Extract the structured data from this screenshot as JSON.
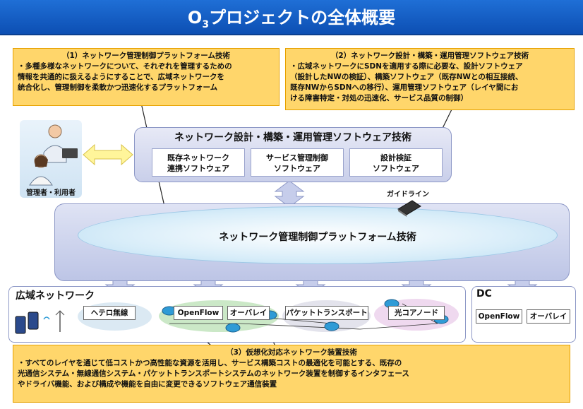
{
  "title": {
    "main": "O",
    "sub": "3",
    "rest": "プロジェクトの全体概要"
  },
  "box1": {
    "heading": "（1）ネットワーク管理制御プラットフォーム技術",
    "lines": [
      "・多種多様なネットワークについて、それぞれを管理するための",
      "情報を共通的に扱えるようにすることで、広域ネットワークを",
      "統合化し、管理制御を柔軟かつ迅速化するプラットフォーム"
    ]
  },
  "box2": {
    "heading": "（2）ネットワーク設計・構築・運用管理ソフトウェア技術",
    "lines": [
      "・広域ネットワークにSDNを適用する際に必要な、設計ソフトウェア",
      "（設計したNWの検証）、構築ソフトウェア（既存NWとの相互接続、",
      "既存NWからSDNへの移行）、運用管理ソフトウェア（レイヤ間にお",
      "ける障害特定・対処の迅速化、サービス品質の制御）"
    ]
  },
  "box3": {
    "heading": "（3）仮想化対応ネットワーク装置技術",
    "lines": [
      "・すべてのレイヤを通じて低コストかつ高性能な資源を活用し、サービス構築コストの最適化を可能とする、既存の",
      "光通信システム・無線通信システム・パケットトランスポートシステムのネットワーク装置を制御するインタフェース",
      "やドライバ機能、および構成や機能を自由に変更できるソフトウェア通信装置"
    ]
  },
  "software": {
    "title": "ネットワーク設計・構築・運用管理ソフトウェア技術",
    "boxes": [
      {
        "line1": "既存ネットワーク",
        "line2": "連携ソフトウェア"
      },
      {
        "line1": "サービス管理制御",
        "line2": "ソフトウェア"
      },
      {
        "line1": "設計検証",
        "line2": "ソフトウェア"
      }
    ]
  },
  "platform": {
    "label": "ネットワーク管理制御プラットフォーム技術"
  },
  "guideline": "ガイドライン",
  "users": "管理者・利用者",
  "wan": {
    "label": "広域ネットワーク",
    "tags": [
      "ヘテロ無線",
      "OpenFlow",
      "オーバレイ",
      "パケットトランスポート",
      "光コアノード"
    ]
  },
  "dc": {
    "label": "DC",
    "tags": [
      "OpenFlow",
      "オーバレイ"
    ]
  },
  "colors": {
    "title_bg": "#1464cc",
    "box_fill": "#ffd66b",
    "box_border": "#e6a100",
    "frame": "#8c97c6",
    "arrow": "#b9c2e6"
  }
}
